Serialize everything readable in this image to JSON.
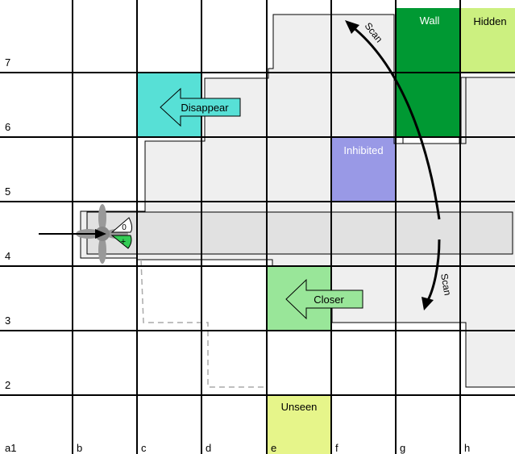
{
  "grid": {
    "row_labels": [
      "7",
      "6",
      "5",
      "4",
      "3",
      "2",
      "a1"
    ],
    "col_labels": [
      "b",
      "c",
      "d",
      "e",
      "f",
      "g",
      "h"
    ]
  },
  "cells": {
    "wall": {
      "label": "Wall",
      "color": "#009933"
    },
    "hidden": {
      "label": "Hidden",
      "color": "#ccf080"
    },
    "inhibited": {
      "label": "Inhibited",
      "color": "#9999e6"
    },
    "unseen": {
      "label": "Unseen",
      "color": "#e6f58a"
    },
    "disappear": {
      "color": "#57e0d6"
    },
    "closer": {
      "color": "#99e699"
    }
  },
  "arrows": {
    "disappear": {
      "label": "Disappear"
    },
    "closer": {
      "label": "Closer"
    },
    "scan_top": {
      "label": "Scan"
    },
    "scan_bottom": {
      "label": "Scan"
    }
  },
  "robot": {
    "sign_top": "0",
    "sign_bottom": "+"
  },
  "colors": {
    "field_of_view": "#efefef",
    "beam": "#e1e1e1",
    "path": "#aaaaaa"
  }
}
